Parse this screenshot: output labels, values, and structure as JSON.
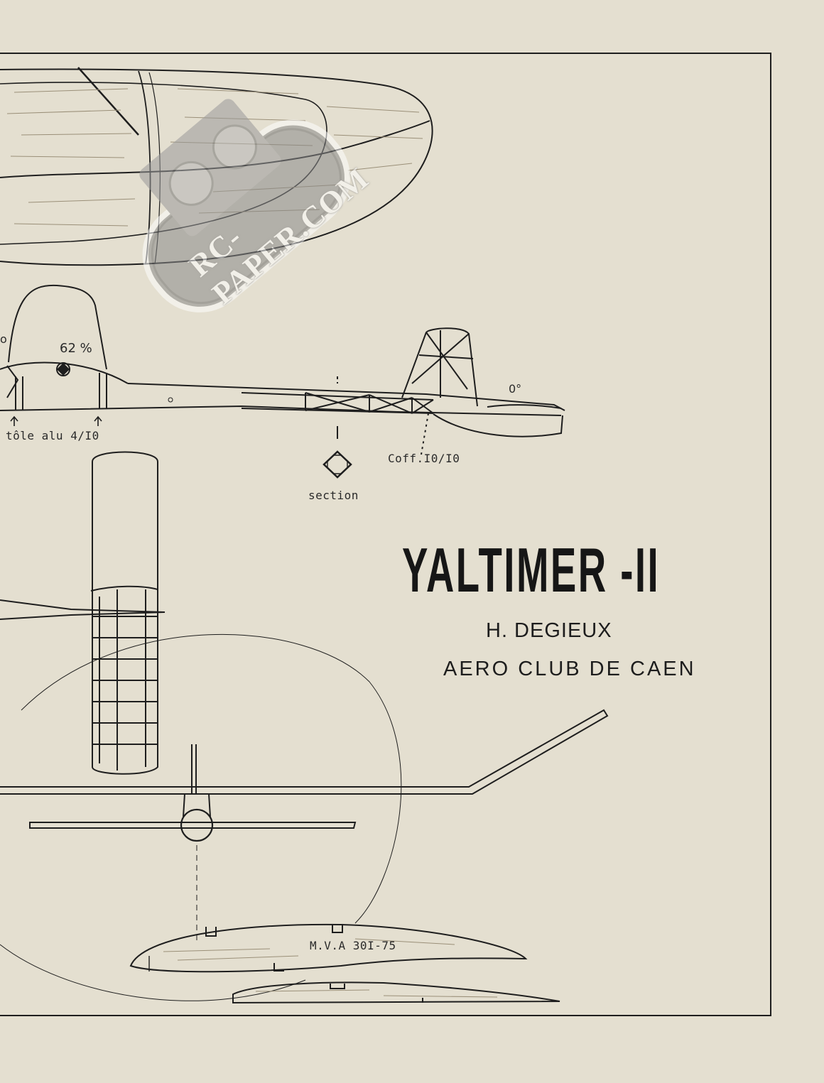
{
  "title": "YALTIMER -II",
  "author": "H. DEGIEUX",
  "club": "AERO CLUB DE CAEN",
  "labels": {
    "cg_percent": "62 %",
    "tail_incidence": "0°",
    "wing_incidence_fragment": "o",
    "aluminium_sheet": "tôle alu 4/I0",
    "boom_spar": "Coff.I0/I0",
    "section": "section",
    "airfoil": "M.V.A 30I-75"
  },
  "watermark": "RC-PAPER.COM",
  "colors": {
    "paper": "#e4dfd0",
    "ink": "#1e1e1e",
    "wood_grain": "#9a8f78",
    "watermark": "#8a8a8a"
  }
}
